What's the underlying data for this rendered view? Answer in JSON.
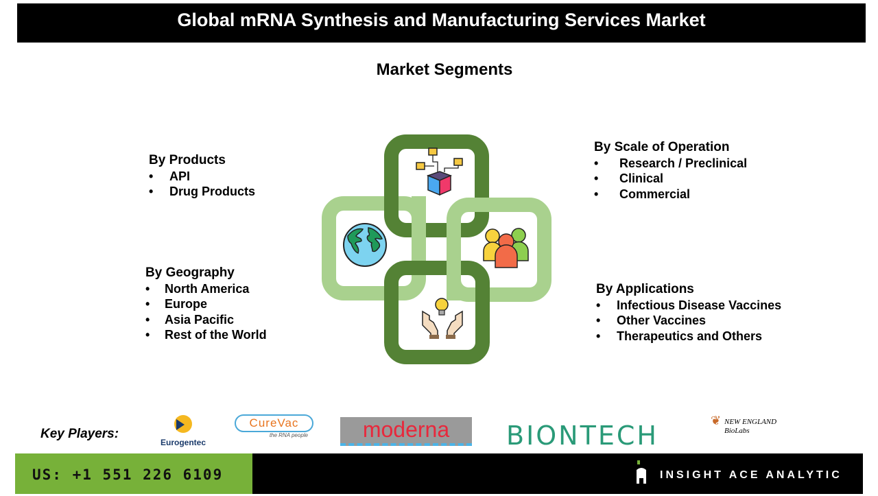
{
  "header": {
    "title": "Global mRNA Synthesis and Manufacturing Services Market"
  },
  "subtitle": "Market Segments",
  "segments": {
    "products": {
      "heading": "By Products",
      "items": [
        "API",
        "Drug Products"
      ]
    },
    "geography": {
      "heading": "By Geography",
      "items": [
        "North America",
        "Europe",
        "Asia Pacific",
        "Rest of the World"
      ]
    },
    "scale": {
      "heading": "By Scale of Operation",
      "items": [
        "Research / Preclinical",
        "Clinical",
        "Commercial"
      ]
    },
    "applications": {
      "heading": "By  Applications",
      "items": [
        "Infectious Disease Vaccines",
        "Other Vaccines",
        "Therapeutics and Others"
      ]
    }
  },
  "bullet": "•",
  "key_players": {
    "label": "Key Players:",
    "logos": [
      "Eurogentec",
      "CureVac",
      "moderna",
      "BIONTECH",
      "NEW ENGLAND BioLabs"
    ],
    "curevac_tagline": "the RNA people"
  },
  "footer": {
    "phone": "US: +1 551 226 6109",
    "brand": "INSIGHT ACE ANALYTIC"
  },
  "colors": {
    "dark_green": "#548235",
    "light_green": "#a9d18e",
    "footer_green": "#77b139"
  }
}
